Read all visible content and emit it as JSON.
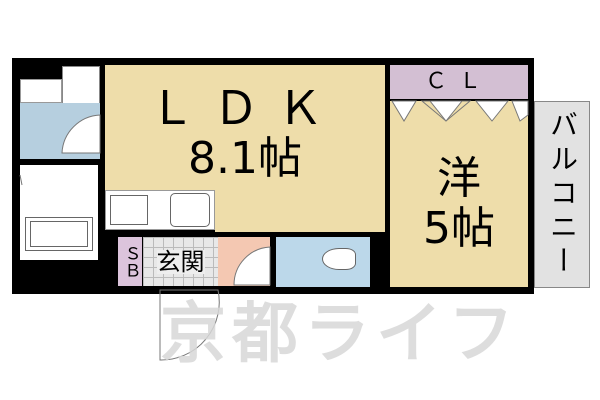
{
  "floor_plan": {
    "rooms": {
      "ldk": {
        "label_line1": "ＬＤＫ",
        "label_line2": "8.1帖",
        "type": "LDK",
        "size_jo": 8.1,
        "color": "#EEDDAA"
      },
      "western_room": {
        "label_line1": "洋",
        "label_line2": "5帖",
        "type": "Western-style room",
        "size_jo": 5,
        "color": "#EEDDAA"
      },
      "closet": {
        "label": "ＣＬ",
        "color": "#D3BFD3"
      },
      "balcony": {
        "label": "バルコニー",
        "color": "#E2E2E2"
      },
      "entrance": {
        "label": "玄関"
      },
      "shoe_box": {
        "label": "ＳＢ",
        "color": "#DCC4DC"
      },
      "washroom": {
        "color": "#B6CFDF"
      },
      "toilet": {
        "color": "#BCD8EA"
      },
      "hallway": {
        "color": "#F4C8B2"
      }
    },
    "fixtures": [
      "washbasin",
      "washing-machine",
      "bathtub",
      "stove",
      "sink",
      "toilet"
    ],
    "watermark": "京都ライフ"
  }
}
